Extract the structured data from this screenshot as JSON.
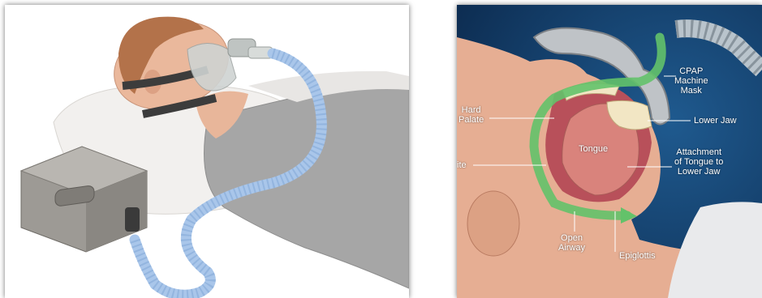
{
  "left_illustration": {
    "subject": "person sleeping with CPAP mask connected by hose to CPAP machine"
  },
  "right_illustration": {
    "labels": {
      "cpap_mask": "CPAP\nMachine\nMask",
      "hard_palate": "Hard\nPalate",
      "lower_jaw": "Lower Jaw",
      "tongue": "Tongue",
      "attachment": "Attachment\nof Tongue to\nLower Jaw",
      "soft_palate_partial": "ite",
      "open_airway": "Open\nAirway",
      "epiglottis": "Epiglottis"
    }
  },
  "colors": {
    "background_blue": "#123a66",
    "airflow_green": "#63c26a",
    "hose_blue": "#a9c6ea",
    "tissue_pink": "#d9837c",
    "machine_gray": "#9d9a95"
  }
}
